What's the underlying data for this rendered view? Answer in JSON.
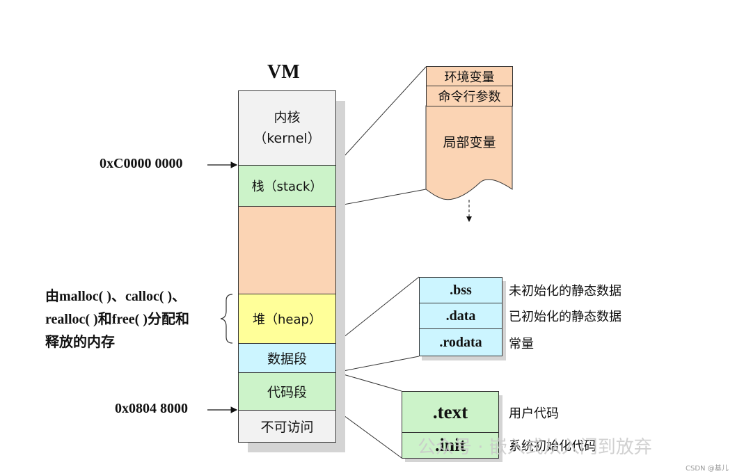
{
  "vm": {
    "title": "VM",
    "kernel_line1": "内核",
    "kernel_line2": "（kernel）",
    "stack": "栈（stack）",
    "heap": "堆（heap）",
    "data_segment": "数据段",
    "code_segment": "代码段",
    "no_access": "不可访问"
  },
  "addresses": {
    "kernel_boundary": "0xC0000 0000",
    "code_start": "0x0804 8000"
  },
  "heap_note": {
    "line1": "由malloc( )、calloc( )、",
    "line2": "realloc( )和free( )分配和",
    "line3": "释放的内存"
  },
  "stack_detail": {
    "env": "环境变量",
    "args": "命令行参数",
    "locals": "局部变量"
  },
  "data_detail": [
    {
      "name": ".bss",
      "desc": "未初始化的静态数据"
    },
    {
      "name": ".data",
      "desc": "已初始化的静态数据"
    },
    {
      "name": ".rodata",
      "desc": "常量"
    }
  ],
  "code_detail": [
    {
      "name": ".text",
      "desc": "用户代码"
    },
    {
      "name": ".init",
      "desc": "系统初始化代码"
    }
  ],
  "watermark": {
    "main": "公众号 · 嵌入式从入门到放弃",
    "source": "CSDN @基儿"
  },
  "colors": {
    "kernel": "#f2f2f2",
    "stack": "#ccf3c9",
    "gap": "#fbd4b4",
    "heap": "#ffff99",
    "data": "#ccf5ff",
    "code": "#ccf3c9",
    "no_access": "#f2f2f2",
    "shadow": "#d4d4d4"
  }
}
